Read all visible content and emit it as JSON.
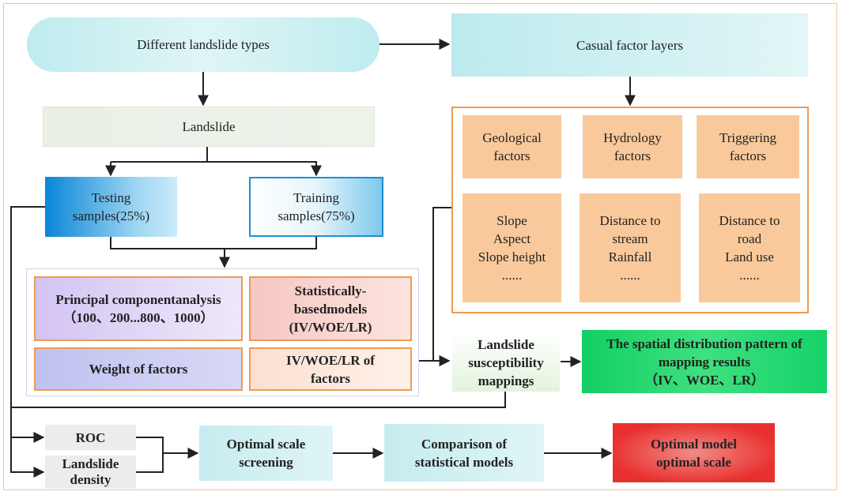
{
  "nodes": {
    "landslide_types": "Different landslide types",
    "causal_layers": "Casual factor layers",
    "landslide": "Landslide",
    "testing": [
      "Testing",
      "samples(25%)"
    ],
    "training": [
      "Training",
      "samples(75%)"
    ],
    "geological": [
      "Geological",
      "factors"
    ],
    "hydrology": [
      "Hydrology",
      "factors"
    ],
    "triggering": [
      "Triggering",
      "factors"
    ],
    "geo_detail": [
      "Slope",
      "Aspect",
      "Slope height",
      "......"
    ],
    "hydro_detail": [
      "Distance to",
      "stream",
      "Rainfall",
      "......"
    ],
    "trig_detail": [
      "Distance to",
      "road",
      "Land use",
      "......"
    ],
    "pca": [
      "Principal componentanalysis",
      "（100、200...800、1000）"
    ],
    "stat_models": [
      "Statistically-",
      "basedmodels",
      "(IV/WOE/LR)"
    ],
    "weight": "Weight of factors",
    "iv_factors": [
      "IV/WOE/LR of",
      "factors"
    ],
    "lsm": [
      "Landslide",
      "susceptibility",
      "mappings"
    ],
    "spatial": [
      "The spatial distribution pattern of",
      "mapping results",
      "（IV、WOE、LR）"
    ],
    "roc": "ROC",
    "density": [
      "Landslide",
      "density"
    ],
    "optimal_scale": [
      "Optimal scale",
      "screening"
    ],
    "comparison": [
      "Comparison of",
      "statistical models"
    ],
    "optimal_model": [
      "Optimal model",
      "optimal scale"
    ]
  },
  "colors": {
    "frame": "#f2c49b",
    "cyan_fill": "#c9eef1",
    "landslide_fill": "#e4efe2",
    "blue_fill": "#1f8ed8",
    "orange_fill": "#f9c99b",
    "orange_border": "#ee9b51",
    "purple_fill": "#dcd0f4",
    "pink_fill": "#f9d2cf",
    "lavender_fill": "#c7c8f1",
    "peach_fill": "#fde6d9",
    "green_fill": "#19d26a",
    "red_fill": "#e8302e",
    "gray_fill": "#ececec",
    "arrow": "#222222"
  }
}
